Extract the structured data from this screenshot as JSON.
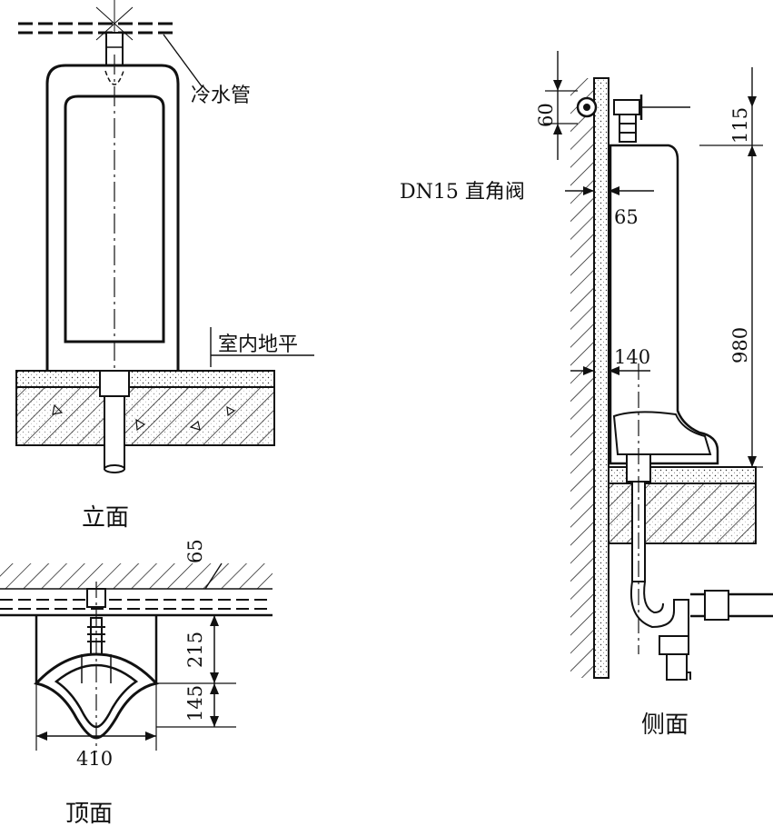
{
  "labels": {
    "cold_water_pipe": "冷水管",
    "indoor_floor": "室内地平",
    "elevation_view": "立面",
    "top_view": "顶面",
    "side_view": "侧面",
    "angle_valve": "DN15 直角阀"
  },
  "dimensions": {
    "top_wall_gap": "65",
    "top_depth_upper": "215",
    "top_depth_lower": "145",
    "top_width": "410",
    "side_valve_height": "60",
    "side_valve_top": "115",
    "side_valve_offset": "65",
    "side_height": "980",
    "side_outlet_offset": "140"
  },
  "colors": {
    "line": "#111111",
    "background": "#ffffff"
  }
}
